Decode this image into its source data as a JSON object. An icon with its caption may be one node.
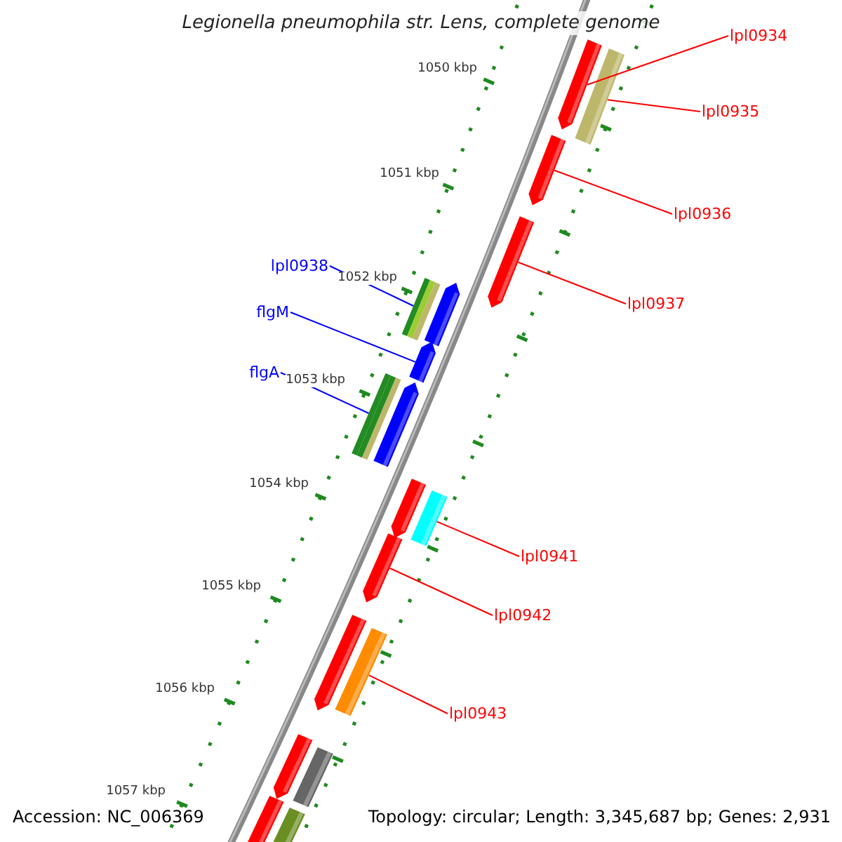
{
  "diagram": {
    "title": "Legionella pneumophila str. Lens, complete genome",
    "nodes": [
      {
        "text": [
          "lpl0934"
        ]
      },
      {
        "text": [
          "lpl0935"
        ]
      },
      {
        "text": [
          "lpl0936"
        ]
      },
      {
        "text": [
          "lpl0937"
        ]
      },
      {
        "text": [
          "lpl0938"
        ]
      },
      {
        "text": [
          "flgM"
        ]
      },
      {
        "text": [
          "flgA"
        ]
      },
      {
        "text": [
          "lpl0941"
        ]
      },
      {
        "text": [
          "lpl0942"
        ]
      },
      {
        "text": [
          "lpl0943"
        ]
      },
      {
        "text": [],
        "shape": "bar"
      },
      {
        "text": [],
        "shape": "bar"
      },
      {
        "text": [],
        "shape": "bar"
      },
      {
        "text": [],
        "shape": "bar"
      },
      {
        "text": [],
        "shape": "bar"
      },
      {
        "text": [],
        "shape": "bar"
      },
      {
        "text": [],
        "shape": "bar"
      },
      {
        "text": [],
        "shape": "bar"
      },
      {
        "text": [],
        "shape": "bar"
      },
      {
        "text": [],
        "shape": "bar"
      },
      {
        "text": [],
        "shape": "bar"
      },
      {
        "text": [],
        "shape": "bar"
      },
      {
        "text": [],
        "shape": "bar"
      },
      {
        "text": [],
        "shape": "bar"
      },
      {
        "text": [],
        "shape": "bar"
      },
      {
        "text": [],
        "shape": "bar"
      },
      {
        "text": [],
        "shape": "bar"
      },
      {
        "text": [],
        "shape": "bar"
      }
    ],
    "edges": [
      {
        "from": 0,
        "to": 10,
        "arrow": "none"
      },
      {
        "from": 1,
        "to": 11,
        "arrow": "none"
      },
      {
        "from": 2,
        "to": 12,
        "arrow": "none"
      },
      {
        "from": 3,
        "to": 13,
        "arrow": "none"
      },
      {
        "from": 4,
        "to": 14,
        "arrow": "none",
        "color": "#0000ff"
      },
      {
        "from": 5,
        "to": 16,
        "arrow": "none",
        "color": "#0000ff"
      },
      {
        "from": 6,
        "to": 17,
        "arrow": "none",
        "color": "#0000ff"
      },
      {
        "from": 7,
        "to": 20,
        "arrow": "none"
      },
      {
        "from": 8,
        "to": 21,
        "arrow": "none"
      },
      {
        "from": 9,
        "to": 23,
        "arrow": "none"
      }
    ],
    "labels": [
      "1050 kbp",
      "1051 kbp",
      "1052 kbp",
      "1053 kbp",
      "1054 kbp",
      "1055 kbp",
      "1056 kbp",
      "1057 kbp",
      "Accession: NC_006369",
      "Topology: circular; Length: 3,345,687 bp; Genes: 2,931"
    ]
  }
}
